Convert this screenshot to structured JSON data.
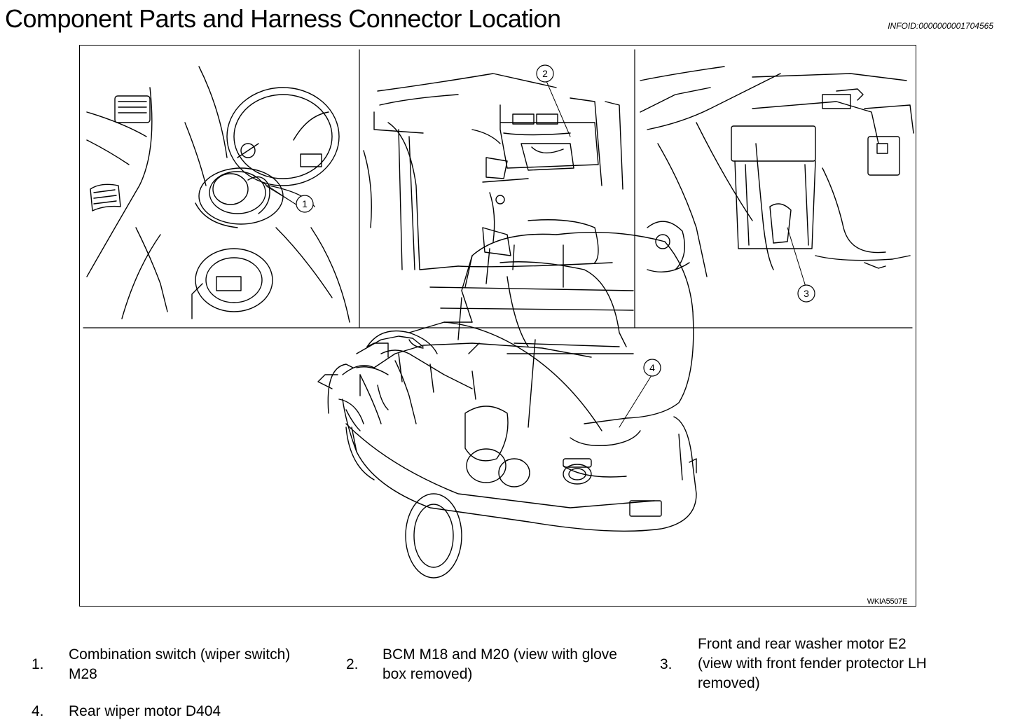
{
  "header": {
    "title": "Component Parts and Harness Connector Location",
    "infoid": "INFOID:0000000001704565"
  },
  "figure": {
    "id": "WKIA5507E",
    "callouts": [
      "1",
      "2",
      "3",
      "4"
    ]
  },
  "legend": [
    {
      "num": "1.",
      "text_line1": "Combination switch (wiper switch)",
      "text_line2": "M28"
    },
    {
      "num": "2.",
      "text_line1": "BCM M18 and M20 (view with glove",
      "text_line2": "box removed)"
    },
    {
      "num": "3.",
      "text_line1": "Front and rear washer motor E2",
      "text_line2": "(view with front fender protector LH",
      "text_line3": "removed)"
    },
    {
      "num": "4.",
      "text_line1": "Rear wiper motor D404"
    }
  ]
}
